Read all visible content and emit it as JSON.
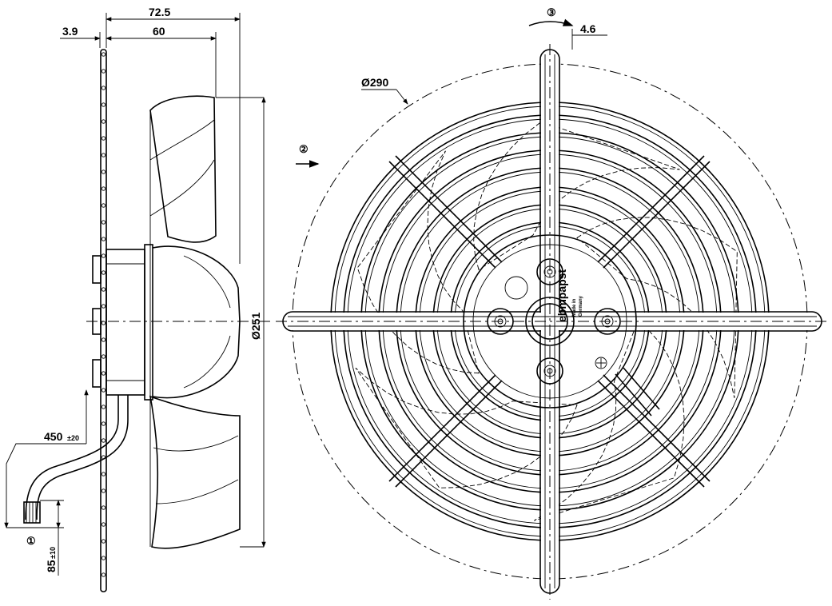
{
  "dimensions": {
    "d72_5": "72.5",
    "d3_9": "3.9",
    "d60": "60",
    "d4_6": "4.6",
    "d290": "Ø290",
    "d251": "Ø251",
    "d450": "450",
    "d450_tol": "±20",
    "d85": "85",
    "d85_tol": "±10"
  },
  "callouts": {
    "c1": "①",
    "c2": "②",
    "c3": "③"
  },
  "logo": {
    "brand": "ebmpapst",
    "line1": "Made in",
    "line2": "Germany"
  },
  "colors": {
    "line": "#000000",
    "background": "#ffffff"
  }
}
